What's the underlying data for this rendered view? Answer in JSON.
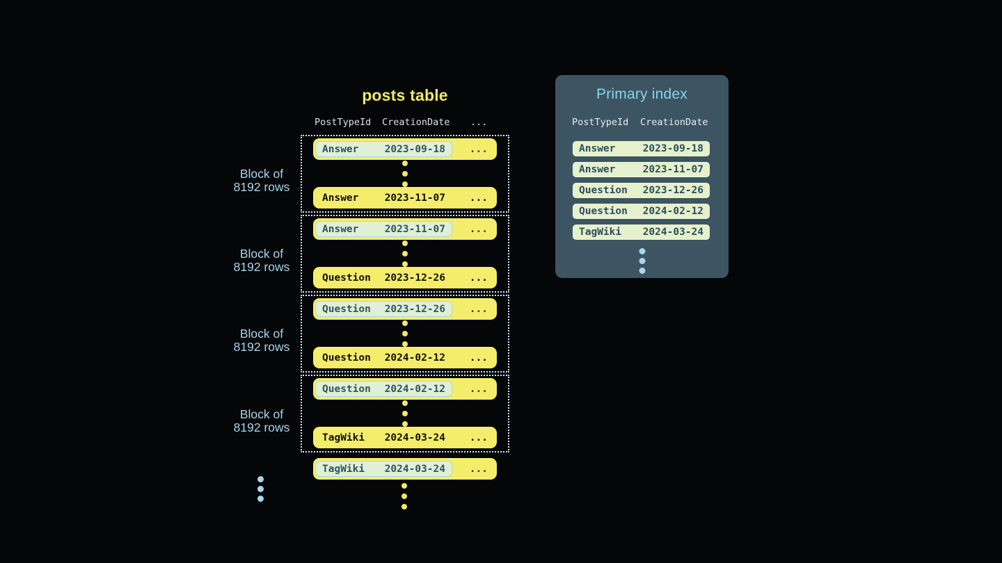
{
  "posts_table": {
    "title": "posts table",
    "columns": [
      "PostTypeId",
      "CreationDate",
      "..."
    ],
    "ellipsis": "...",
    "block_label_line1": "Block of",
    "block_label_line2": "8192 rows",
    "blocks": [
      {
        "first": {
          "type": "Answer",
          "date": "2023-09-18"
        },
        "last": {
          "type": "Answer",
          "date": "2023-11-07"
        }
      },
      {
        "first": {
          "type": "Answer",
          "date": "2023-11-07"
        },
        "last": {
          "type": "Question",
          "date": "2023-12-26"
        }
      },
      {
        "first": {
          "type": "Question",
          "date": "2023-12-26"
        },
        "last": {
          "type": "Question",
          "date": "2024-02-12"
        }
      },
      {
        "first": {
          "type": "Question",
          "date": "2024-02-12"
        },
        "last": {
          "type": "TagWiki",
          "date": "2024-03-24"
        }
      }
    ],
    "overflow_row": {
      "type": "TagWiki",
      "date": "2024-03-24"
    }
  },
  "primary_index": {
    "title": "Primary index",
    "columns": [
      "PostTypeId",
      "CreationDate"
    ],
    "rows": [
      {
        "type": "Answer",
        "date": "2023-09-18"
      },
      {
        "type": "Answer",
        "date": "2023-11-07"
      },
      {
        "type": "Question",
        "date": "2023-12-26"
      },
      {
        "type": "Question",
        "date": "2024-02-12"
      },
      {
        "type": "TagWiki",
        "date": "2024-03-24"
      }
    ]
  },
  "colors": {
    "background": "#050608",
    "row_yellow": "#f3ed6b",
    "title_yellow": "#f0e95e",
    "highlight_green": "#e0f0d6",
    "highlight_border_blue": "#a2d6e8",
    "dark_slate_text": "#33525f",
    "dotted_border": "#d9edf4",
    "label_blue": "#a7d5e9",
    "panel_background": "#3d5462",
    "panel_title_blue": "#8ad2ed",
    "index_pill_green": "#e4f1cc",
    "blue_dot": "#a7d8ec"
  }
}
